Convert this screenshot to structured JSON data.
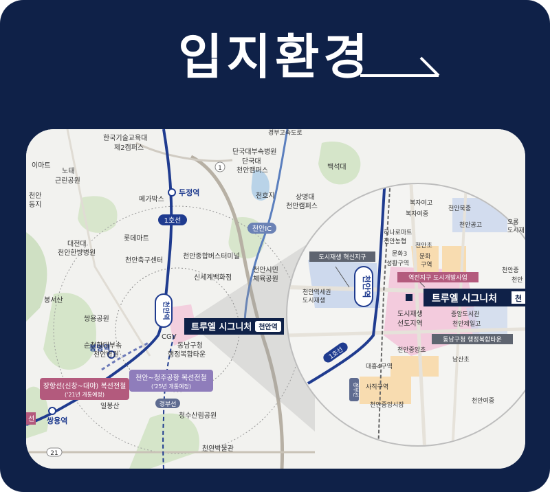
{
  "header": {
    "title": "입지환경"
  },
  "colors": {
    "background": "#0f2148",
    "line1": "#1f3b8f",
    "highlight": "#f3c6da",
    "callout": "#0f2148"
  },
  "map": {
    "lines": {
      "line1": "1호선",
      "gyeongbu": "경부선",
      "cheonan_ic": "천안IC"
    },
    "stations": {
      "dujeong": "두정역",
      "cheonan": "천안역",
      "bongmyeong": "봉명역",
      "ssangyong": "쌍용역",
      "cheonan_big": "천안역"
    },
    "places": {
      "tech_univ": "한국기술교육대",
      "tech_univ2": "제2캠퍼스",
      "emart": "이마트",
      "nodae": "노태",
      "park": "근린공원",
      "cheonan_l": "천안",
      "dongji": "동지",
      "megabox": "메가박스",
      "lotte": "롯데마트",
      "daejeon_univ": "대전대",
      "hanbang": "천안한방병원",
      "sports": "천안축구센터",
      "terminal": "천안종합버스터미널",
      "shinsegae": "신세계백화점",
      "bongseo": "봉서산",
      "ssangyong_park": "쌍용공원",
      "soonchun": "순천향대부속",
      "soonchun2": "천안병원",
      "cgv": "CGV",
      "dongnam": "동남구청",
      "dongnam2": "행정복합타운",
      "ilbongsan": "일봉산",
      "cheongsu": "청수산림공원",
      "museum": "천안박물관",
      "dankook": "단국대부속병원",
      "dankook2": "단국대",
      "dankook3": "천안캠퍼스",
      "baekseok": "백석대",
      "cheonho": "천호지",
      "sangmyung": "상명대",
      "sangmyung2": "천안캠퍼스",
      "citizen": "천안시민",
      "citizen2": "체육공원",
      "yakseo": "오룡",
      "yakseo2": "도시재",
      "road1": "1",
      "road21": "21",
      "kimgwang": "경부고속도로"
    },
    "rail_notes": {
      "janghang": "장항선(신창~대야) 복선전철",
      "janghang_sub": "('21년 개통예정)",
      "cheongju": "천안~청주공항 복선전철",
      "cheongju_sub": "('25년 개통예정)",
      "seon": "선"
    },
    "site": {
      "name": "트루엘 시그니처",
      "badge": "천안역"
    },
    "zoom": {
      "bukjung": "복자여고",
      "bukjung2": "복자여중",
      "cheonan_bukjung": "천안북중",
      "cheonan_gogo": "천안공고",
      "hanaro": "하나로마트",
      "nonghyup": "천안농협",
      "cheonan_cho": "천안초",
      "munhwa3": "문화3",
      "sungwhang": "성황구역",
      "munhwa": "문화",
      "munhwa_gu": "구역",
      "urban_regen": "도시재생 혁신지구",
      "station_dev": "역전지구 도시개발사업",
      "cheonan_mid": "천안중",
      "cheonan_j": "천안",
      "cheonan_seg": "천안역세권",
      "regen": "도시재생",
      "regen_lead": "도시재생",
      "lead_area": "선도지역",
      "library": "중앙도서관",
      "jeil": "천안제일고",
      "dongnam_town": "동남구청 행정복합타운",
      "jungang_cho": "천안중앙초",
      "daeheung": "대흥4구역",
      "namsan": "남산초",
      "sajik": "사직구역",
      "market": "천안중앙시장",
      "yeojung": "천안여중",
      "line1_label": "1호선",
      "gyeongbu_label": "경부선",
      "site_name": "트루엘 시그니처",
      "site_badge": "천"
    }
  }
}
